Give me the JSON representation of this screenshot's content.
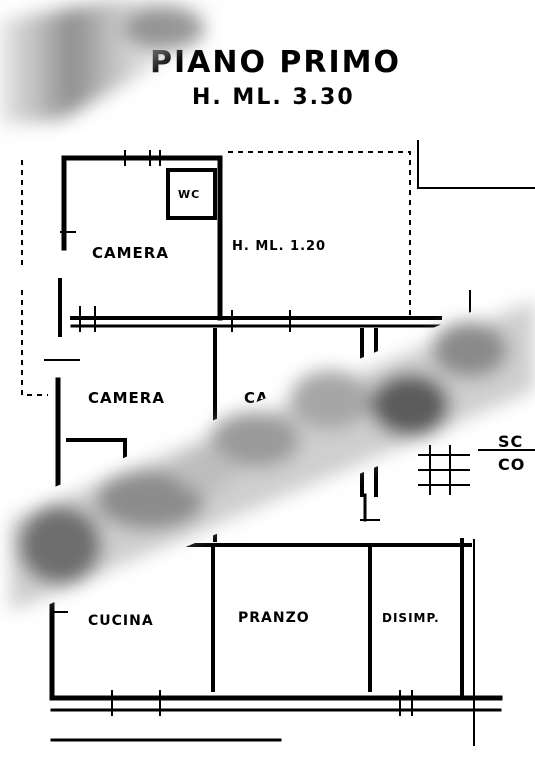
{
  "title": {
    "floor": "PIANO PRIMO",
    "height": "H. ML. 3.30"
  },
  "rooms": {
    "bedroom_top": "CAMERA",
    "wc": "WC",
    "terrace_height": "H. ML. 1.20",
    "bedroom_mid": "CAMERA",
    "room_mid_right": "CA",
    "kitchen": "CUCINA",
    "living": "PRANZO",
    "storage": "DISIMP."
  },
  "side_note": {
    "line1": "SC",
    "line2": "CO"
  },
  "colors": {
    "ink": "#000000",
    "paper": "#ffffff",
    "redaction": "#8a8a8a"
  }
}
